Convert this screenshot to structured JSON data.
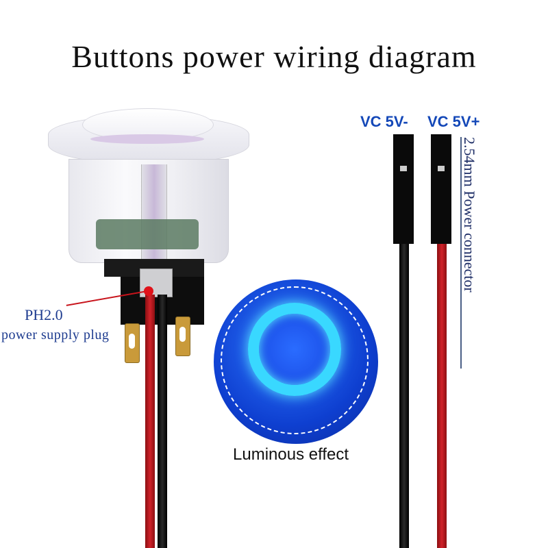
{
  "title": "Buttons power wiring diagram",
  "button": {
    "pointer_label": "PH2.0",
    "pointer_sublabel": "power supply plug"
  },
  "luminous": {
    "label": "Luminous effect",
    "glow_color": "#39d8ff",
    "disc_color": "#0e3fd0"
  },
  "connector": {
    "negative_label": "VC 5V-",
    "positive_label": "VC 5V+",
    "dimension_label": "2.54mm Power connector",
    "label_color": "#1448b8"
  },
  "wire_colors": {
    "red": "#d0222a",
    "black": "#000000"
  }
}
